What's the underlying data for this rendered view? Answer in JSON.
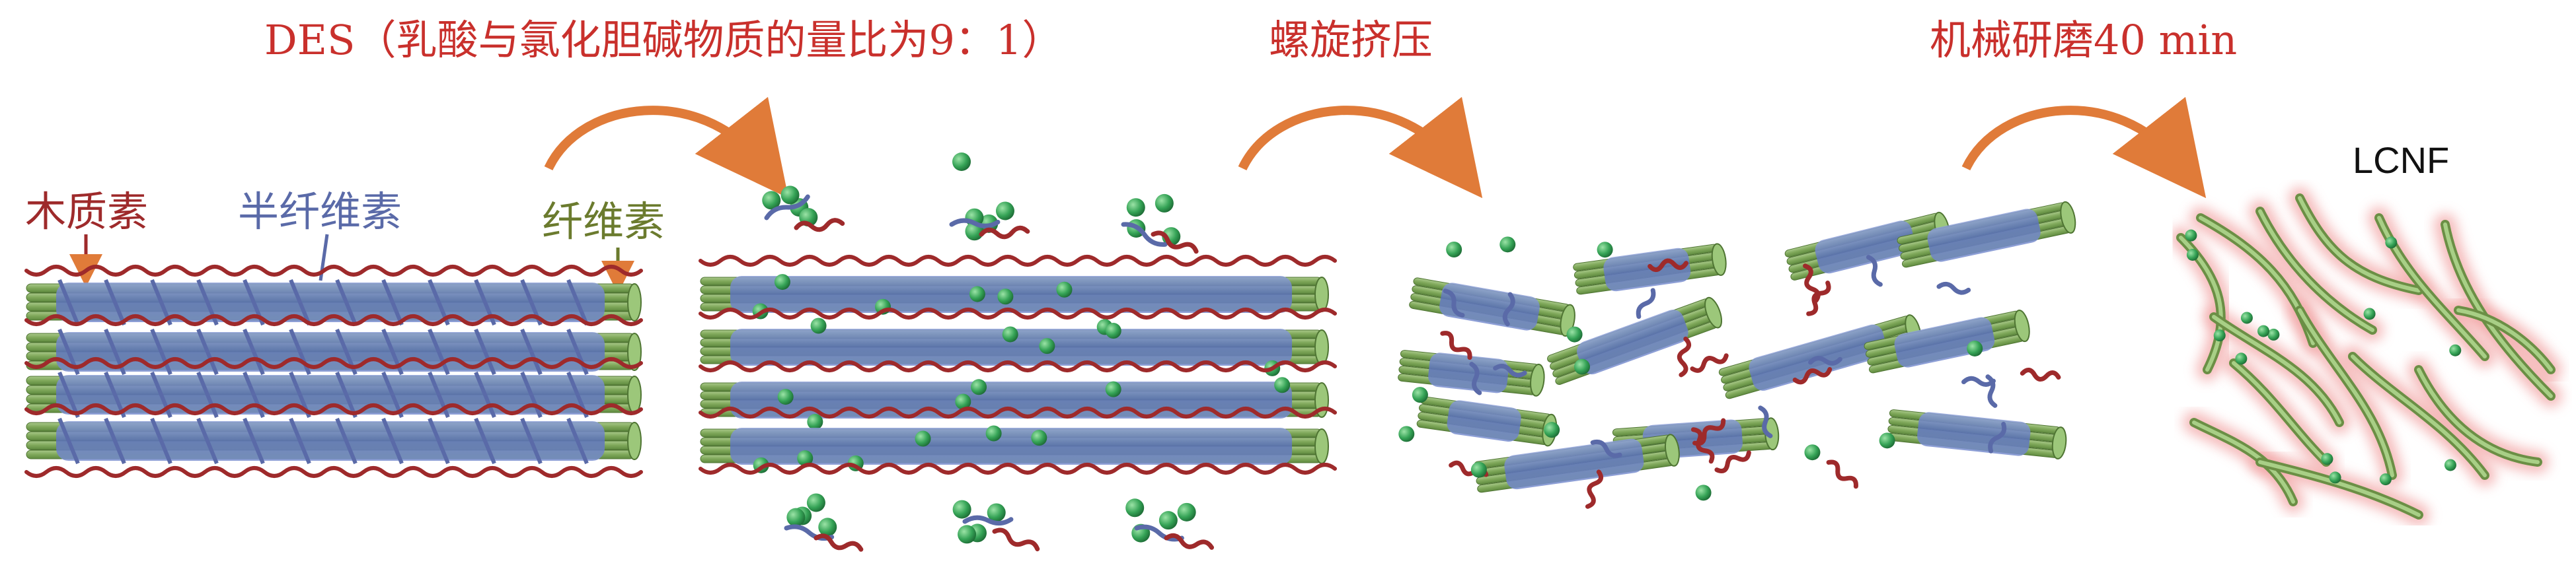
{
  "labels": {
    "des": "DES（乳酸与氯化胆碱物质的量比为9：1）",
    "extrusion": "螺旋挤压",
    "grinding": "机械研磨40 min",
    "lignin": "木质素",
    "hemicellulose": "半纤维素",
    "cellulose": "纤维素",
    "lcnf": "LCNF"
  },
  "colors": {
    "lignin": "#9e2a2b",
    "hemicellulose": "#5a6aa8",
    "cellulose": "#7fa85a",
    "solvent": "#3aa65a",
    "arrow": "#e07b39",
    "step_text": "#c9302c"
  }
}
